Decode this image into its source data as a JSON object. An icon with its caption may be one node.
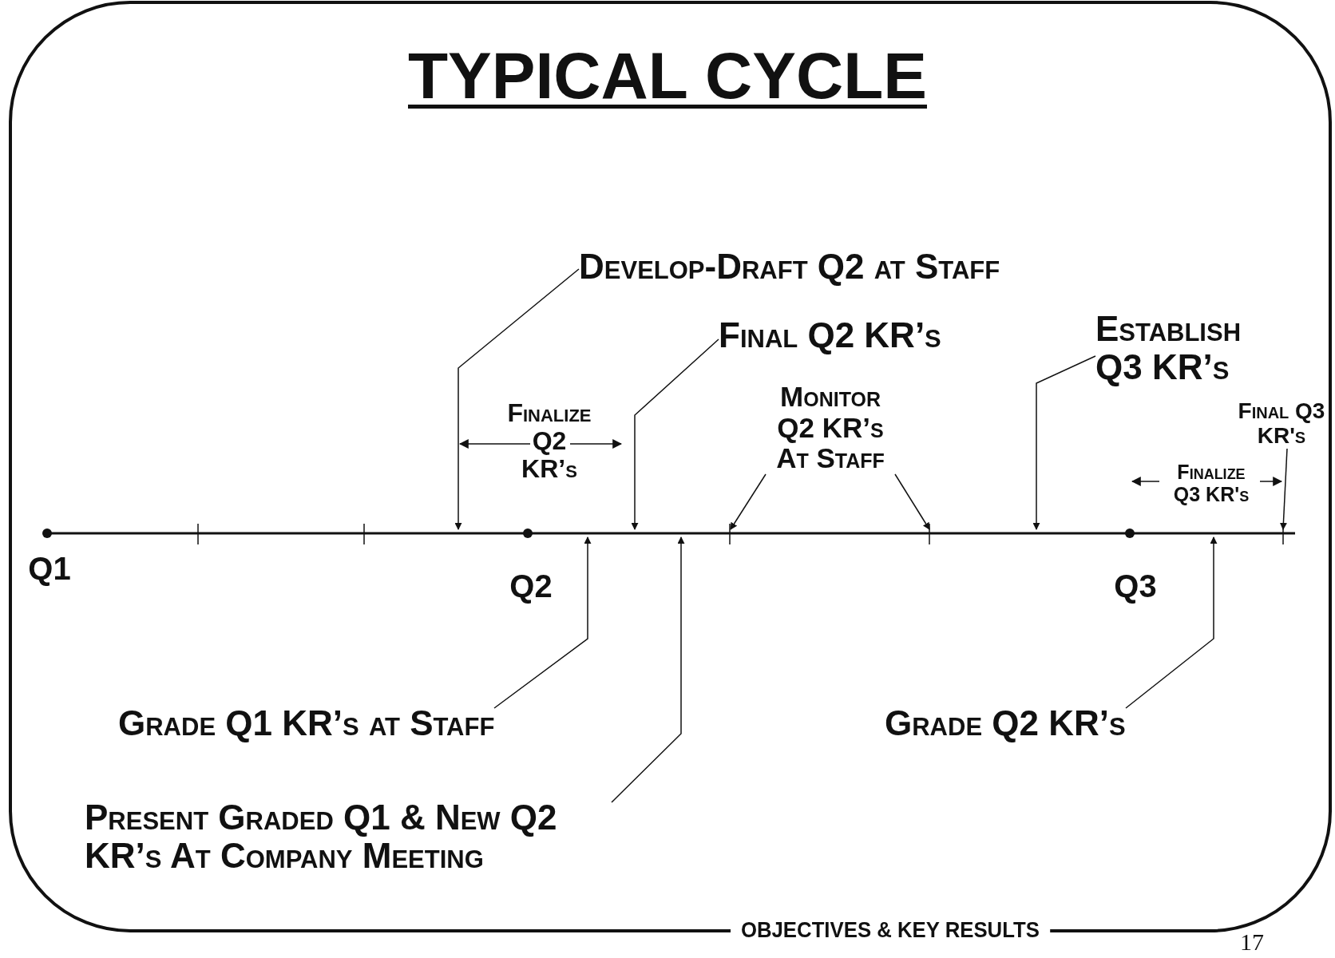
{
  "diagram": {
    "title": "TYPICAL CYCLE",
    "caption": "OBJECTIVES & KEY RESULTS",
    "nodes": [
      {
        "text": [
          "Develop-Draft Q2 at Staff"
        ]
      },
      {
        "text": [
          "Final Q2 KR’s"
        ]
      },
      {
        "text": [
          "Monitor Q2 KR’s At Staff"
        ]
      },
      {
        "text": [
          "Establish Q3 KR’s"
        ]
      },
      {
        "text": [
          "Final Q3 KR's"
        ]
      },
      {
        "text": [
          "Grade Q1 KR’s at Staff"
        ]
      },
      {
        "text": [
          "Present Graded Q1 & New Q2 KR’s At Company Meeting"
        ]
      },
      {
        "text": [
          "Grade Q2 KR’s"
        ]
      }
    ],
    "edges": [
      {
        "from": 0,
        "to": null,
        "arrow": "to"
      },
      {
        "from": 1,
        "to": null,
        "arrow": "to"
      },
      {
        "from": 2,
        "to": null,
        "arrow": "to"
      },
      {
        "from": 2,
        "to": null,
        "arrow": "to"
      },
      {
        "from": 3,
        "to": null,
        "arrow": "to"
      },
      {
        "from": 4,
        "to": null,
        "arrow": "to"
      },
      {
        "from": 5,
        "to": null,
        "arrow": "to"
      },
      {
        "from": 6,
        "to": null,
        "arrow": "to"
      },
      {
        "from": 7,
        "to": null,
        "arrow": "to"
      }
    ],
    "labels": [
      "Finalize Q2 KR’s",
      "Finalize Q3 KR's",
      "Q1",
      "Q2",
      "Q3",
      "17"
    ]
  }
}
